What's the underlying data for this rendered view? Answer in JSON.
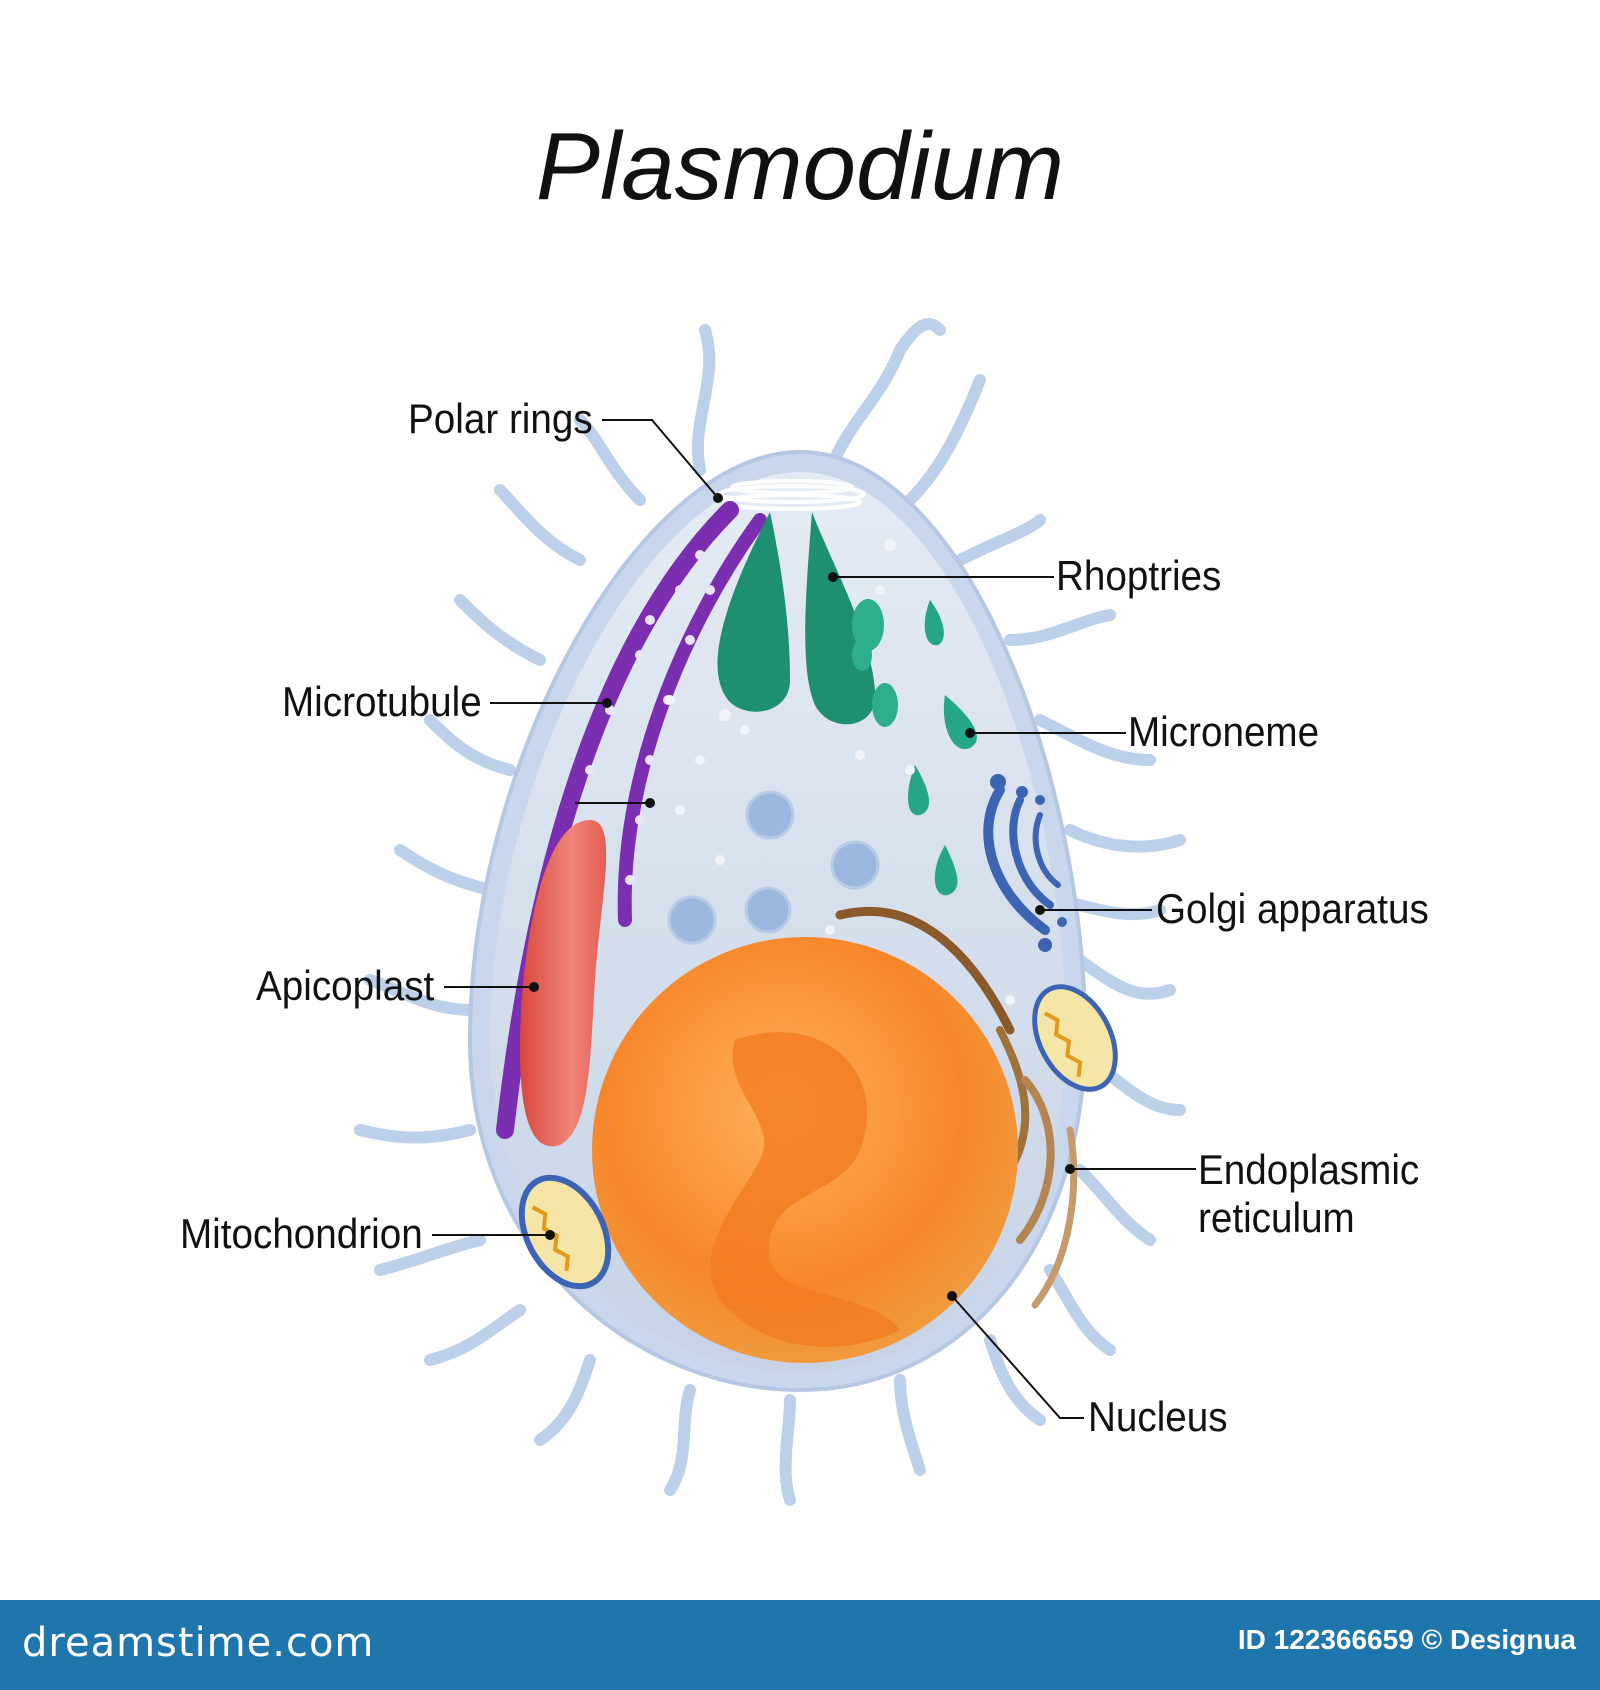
{
  "title": "Plasmodium",
  "labels": {
    "polar_rings": "Polar rings",
    "rhoptries": "Rhoptries",
    "microtubule": "Microtubule",
    "microneme": "Microneme",
    "golgi": "Golgi apparatus",
    "apicoplast": "Apicoplast",
    "endoplasmic_line1": "Endoplasmic",
    "endoplasmic_line2": "reticulum",
    "mitochondrion": "Mitochondrion",
    "nucleus": "Nucleus"
  },
  "footer": {
    "brand": "dreamstime.com",
    "id_text": "ID 122366659 © Designua"
  },
  "colors": {
    "membrane": "#c9d6ea",
    "cytoplasm": "#d8e2ee",
    "microtubule": "#7b2fb0",
    "apicoplast": "#e8675c",
    "rhoptry": "#1f8f72",
    "microneme": "#27a58a",
    "golgi": "#3d63b3",
    "nucleus": "#f58a2c",
    "er": "#8a5a2a",
    "footer": "#1f76ad"
  }
}
